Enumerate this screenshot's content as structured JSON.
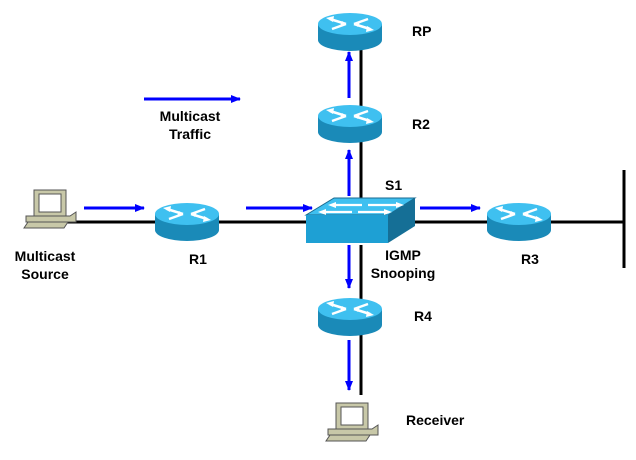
{
  "diagram": {
    "title": "IGMP Snooping Multicast Topology",
    "colors": {
      "link": "#000000",
      "traffic_arrow": "#0000ff",
      "router_top": "#3fc0f0",
      "router_side": "#1a8ab8",
      "switch_front": "#1ea0d4",
      "pc_body": "#c8c8a8"
    },
    "legend": {
      "line1": "Multicast",
      "line2": "Traffic"
    },
    "nodes": {
      "source": {
        "line1": "Multicast",
        "line2": "Source"
      },
      "r1": "R1",
      "s1": "S1",
      "s1_note": {
        "line1": "IGMP",
        "line2": "Snooping"
      },
      "r2": "R2",
      "rp": "RP",
      "r3": "R3",
      "r4": "R4",
      "receiver": "Receiver"
    }
  }
}
